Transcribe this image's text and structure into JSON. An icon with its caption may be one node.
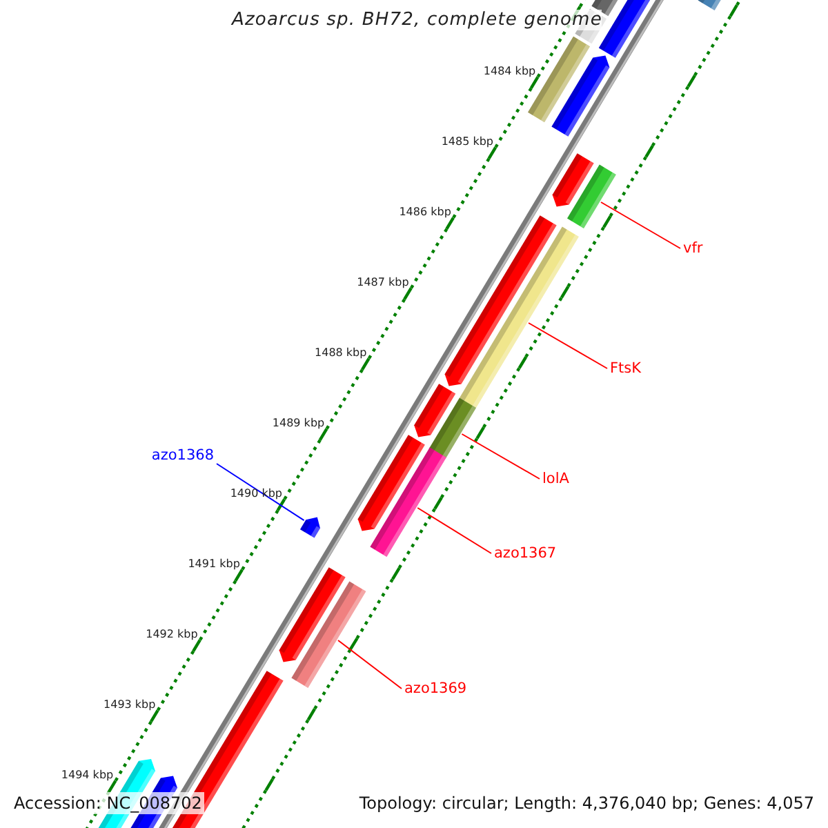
{
  "diagram": {
    "title": "Azoarcus sp. BH72, complete genome",
    "nodes": [
      {
        "text": [
          "vfr"
        ]
      },
      {
        "text": [],
        "shape": "bar"
      },
      {
        "text": [
          "FtsK"
        ]
      },
      {
        "text": [],
        "shape": "bar"
      },
      {
        "text": [
          "azo1368"
        ]
      },
      {
        "text": [],
        "shape": "bar"
      },
      {
        "text": [
          "lolA"
        ]
      },
      {
        "text": [],
        "shape": "bar"
      },
      {
        "text": [
          "azo1367"
        ]
      },
      {
        "text": [],
        "shape": "bar"
      },
      {
        "text": [
          "azo1369"
        ]
      },
      {
        "text": [],
        "shape": "bar"
      }
    ],
    "edges": [
      {
        "from": 0,
        "to": 1,
        "arrow": "none"
      },
      {
        "from": 2,
        "to": 3,
        "arrow": "none"
      },
      {
        "from": 4,
        "to": 5,
        "arrow": "none",
        "color": "#0000ff"
      },
      {
        "from": 6,
        "to": 7,
        "arrow": "none"
      },
      {
        "from": 8,
        "to": 9,
        "arrow": "none"
      },
      {
        "from": 10,
        "to": 11,
        "arrow": "none"
      }
    ],
    "labels": [
      "1484 kbp",
      "1485 kbp",
      "1486 kbp",
      "1487 kbp",
      "1488 kbp",
      "1489 kbp",
      "1490 kbp",
      "1491 kbp",
      "1492 kbp",
      "1493 kbp",
      "1494 kbp",
      "Accession: NC_008702",
      "Topology: circular; Length: 4,376,040 bp; Genes: 4,057"
    ]
  }
}
